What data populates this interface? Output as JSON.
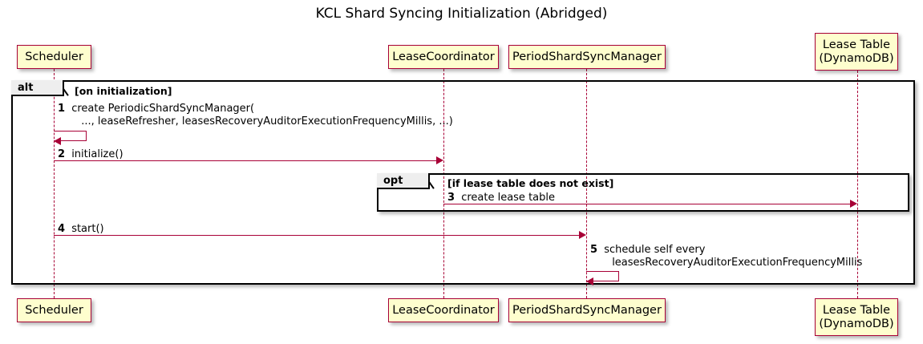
{
  "diagram": {
    "title": "KCL Shard Syncing Initialization (Abridged)",
    "type": "uml-sequence-diagram",
    "colors": {
      "participant_fill": "#FEFECE",
      "participant_border": "#A80036",
      "message_line": "#A80036",
      "fragment_border": "#000000",
      "fragment_label_fill": "#EEEEEE",
      "background": "#FFFFFF"
    }
  },
  "participants": [
    {
      "id": "scheduler",
      "label_line1": "Scheduler",
      "label_line2": ""
    },
    {
      "id": "leasecoordinator",
      "label_line1": "LeaseCoordinator",
      "label_line2": ""
    },
    {
      "id": "periodshardsyncmanager",
      "label_line1": "PeriodShardSyncManager",
      "label_line2": ""
    },
    {
      "id": "leasetable",
      "label_line1": "Lease Table",
      "label_line2": "(DynamoDB)"
    }
  ],
  "fragments": [
    {
      "id": "alt",
      "keyword": "alt",
      "condition": "[on initialization]"
    },
    {
      "id": "opt",
      "keyword": "opt",
      "condition": "[if lease table does not exist]"
    }
  ],
  "messages": [
    {
      "number": "1",
      "line1": "create PeriodicShardSyncManager(",
      "line2": "..., leaseRefresher, leasesRecoveryAuditorExecutionFrequencyMillis, ...)",
      "from": "scheduler",
      "to": "scheduler",
      "kind": "self"
    },
    {
      "number": "2",
      "line1": "initialize()",
      "line2": "",
      "from": "scheduler",
      "to": "leasecoordinator",
      "kind": "sync"
    },
    {
      "number": "3",
      "line1": "create lease table",
      "line2": "",
      "from": "leasecoordinator",
      "to": "leasetable",
      "kind": "sync"
    },
    {
      "number": "4",
      "line1": "start()",
      "line2": "",
      "from": "scheduler",
      "to": "periodshardsyncmanager",
      "kind": "sync"
    },
    {
      "number": "5",
      "line1": "schedule self every",
      "line2": "leasesRecoveryAuditorExecutionFrequencyMillis",
      "from": "periodshardsyncmanager",
      "to": "periodshardsyncmanager",
      "kind": "self"
    }
  ]
}
